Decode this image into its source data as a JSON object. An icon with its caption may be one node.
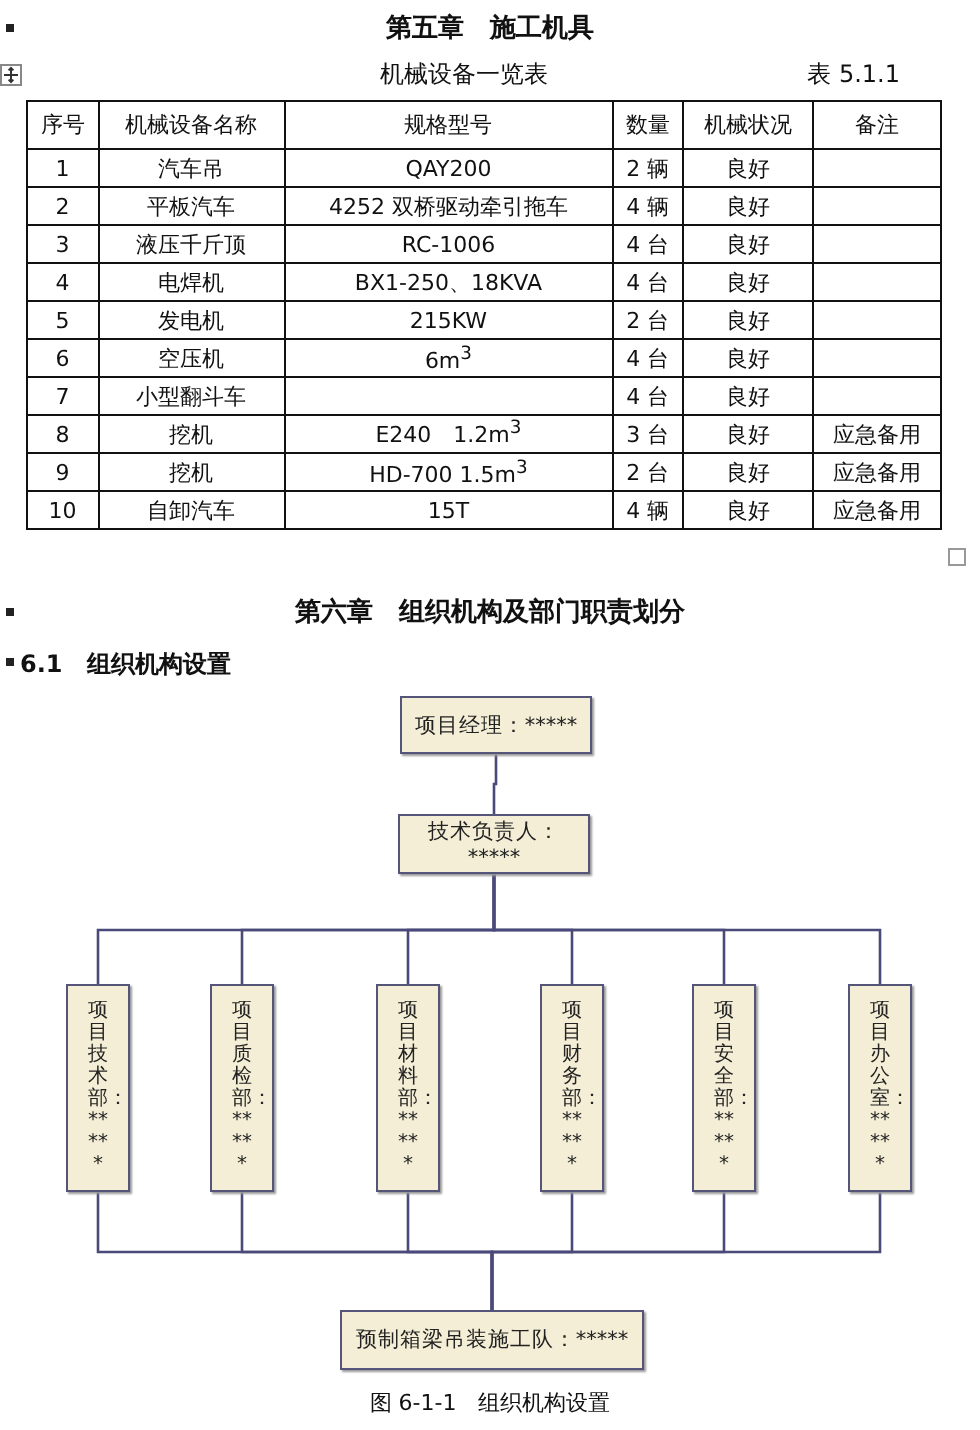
{
  "diagram": {
    "caption": "图 6-1-1　组织机构设置",
    "nodes": [
      {
        "text": [
          "项目经理：*****"
        ]
      },
      {
        "text": [
          "技术负责人：*****"
        ]
      },
      {
        "text": [
          "项目技术部：*****"
        ]
      },
      {
        "text": [
          "项目质检部：*****"
        ]
      },
      {
        "text": [
          "项目材料部：*****"
        ]
      },
      {
        "text": [
          "项目财务部：*****"
        ]
      },
      {
        "text": [
          "项目安全部：*****"
        ]
      },
      {
        "text": [
          "项目办公室：*****"
        ]
      },
      {
        "text": [
          "预制箱梁吊装施工队：*****"
        ]
      }
    ],
    "edges": [
      {
        "from": 0,
        "to": 1,
        "arrow": "none"
      },
      {
        "from": 1,
        "to": 2,
        "arrow": "none"
      },
      {
        "from": 1,
        "to": 3,
        "arrow": "none"
      },
      {
        "from": 1,
        "to": 4,
        "arrow": "none"
      },
      {
        "from": 1,
        "to": 5,
        "arrow": "none"
      },
      {
        "from": 1,
        "to": 6,
        "arrow": "none"
      },
      {
        "from": 1,
        "to": 7,
        "arrow": "none"
      },
      {
        "from": 2,
        "to": 8,
        "arrow": "none"
      },
      {
        "from": 3,
        "to": 8,
        "arrow": "none"
      },
      {
        "from": 4,
        "to": 8,
        "arrow": "none"
      },
      {
        "from": 5,
        "to": 8,
        "arrow": "none"
      },
      {
        "from": 6,
        "to": 8,
        "arrow": "none"
      },
      {
        "from": 7,
        "to": 8,
        "arrow": "none"
      }
    ],
    "labels": [
      "第五章　施工机具",
      "机械设备一览表",
      "表 5.1.1",
      "序号",
      "机械设备名称",
      "规格型号",
      "数量",
      "机械状况",
      "备注",
      "1",
      "汽车吊",
      "QAY200",
      "2 辆",
      "良好",
      "2",
      "平板汽车",
      "4252 双桥驱动牵引拖车",
      "4 辆",
      "良好",
      "3",
      "液压千斤顶",
      "RC-1006",
      "4 台",
      "良好",
      "4",
      "电焊机",
      "BX1-250、18KVA",
      "4 台",
      "良好",
      "5",
      "发电机",
      "215KW",
      "2 台",
      "良好",
      "6",
      "空压机",
      "6m$^{3}$",
      "4 台",
      "良好",
      "7",
      "小型翻斗车",
      "4 台",
      "良好",
      "8",
      "挖机",
      "E240　1.2m$^{3}$",
      "3 台",
      "良好",
      "应急备用",
      "9",
      "挖机",
      "HD-700 1.5m$^{3}$",
      "2 台",
      "良好",
      "应急备用",
      "10",
      "自卸汽车",
      "15T",
      "4 辆",
      "良好",
      "应急备用",
      "第六章　组织机构及部门职责划分",
      "6.1　组织机构设置"
    ]
  }
}
